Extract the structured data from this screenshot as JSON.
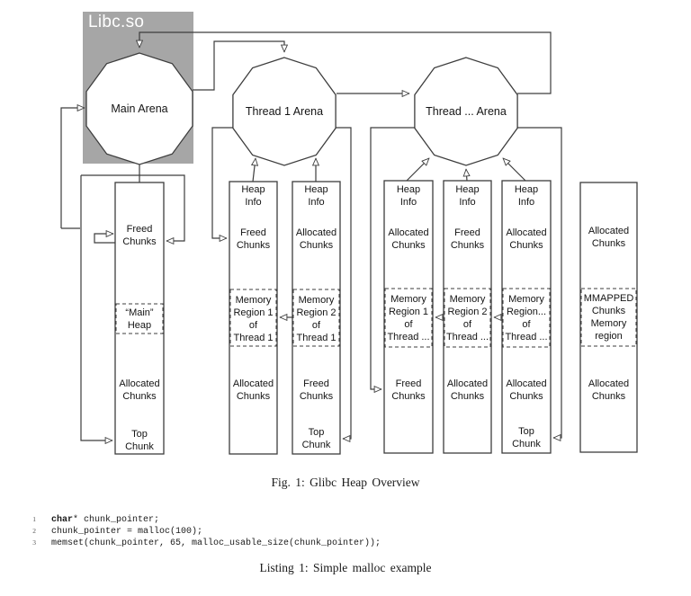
{
  "colors": {
    "line": "#3d3d3d",
    "libc_box_fill": "#a6a6a6",
    "libc_text": "#ffffff",
    "background": "#ffffff"
  },
  "diagram": {
    "libc_label": "Libc.so",
    "arenas": {
      "main": "Main Arena",
      "thread1": "Thread 1 Arena",
      "threadN": "Thread ... Arena"
    },
    "columns": [
      {
        "id": "main-heap",
        "labels": [
          "Freed\nChunks",
          "“Main”\nHeap",
          "Allocated\nChunks",
          "Top\nChunk"
        ]
      },
      {
        "id": "thread1-heap1",
        "labels": [
          "Heap\nInfo",
          "Freed\nChunks",
          "Memory\nRegion 1\nof\nThread 1",
          "Allocated\nChunks"
        ]
      },
      {
        "id": "thread1-heap2",
        "labels": [
          "Heap\nInfo",
          "Allocated\nChunks",
          "Memory\nRegion 2\nof\nThread 1",
          "Freed\nChunks",
          "Top\nChunk"
        ]
      },
      {
        "id": "threadN-heap1",
        "labels": [
          "Heap\nInfo",
          "Allocated\nChunks",
          "Memory\nRegion 1\nof\nThread ...",
          "Freed\nChunks"
        ]
      },
      {
        "id": "threadN-heap2",
        "labels": [
          "Heap\nInfo",
          "Freed\nChunks",
          "Memory\nRegion 2\nof\nThread ...",
          "Allocated\nChunks"
        ]
      },
      {
        "id": "threadN-heap3",
        "labels": [
          "Heap\nInfo",
          "Allocated\nChunks",
          "Memory\nRegion...\nof\nThread ...",
          "Allocated\nChunks",
          "Top\nChunk"
        ]
      },
      {
        "id": "mmapped-region",
        "labels": [
          "Allocated\nChunks",
          "MMAPPED\nChunks\nMemory\nregion",
          "Allocated\nChunks"
        ]
      }
    ]
  },
  "captions": {
    "figure": "Fig. 1: Glibc Heap Overview",
    "listing": "Listing 1: Simple malloc example"
  },
  "listing": {
    "lines": [
      {
        "num": "1",
        "bold": "char",
        "text": "* chunk_pointer;"
      },
      {
        "num": "2",
        "bold": "",
        "text": "chunk_pointer = malloc(100);"
      },
      {
        "num": "3",
        "bold": "",
        "text": "memset(chunk_pointer, 65, malloc_usable_size(chunk_pointer));"
      }
    ]
  }
}
